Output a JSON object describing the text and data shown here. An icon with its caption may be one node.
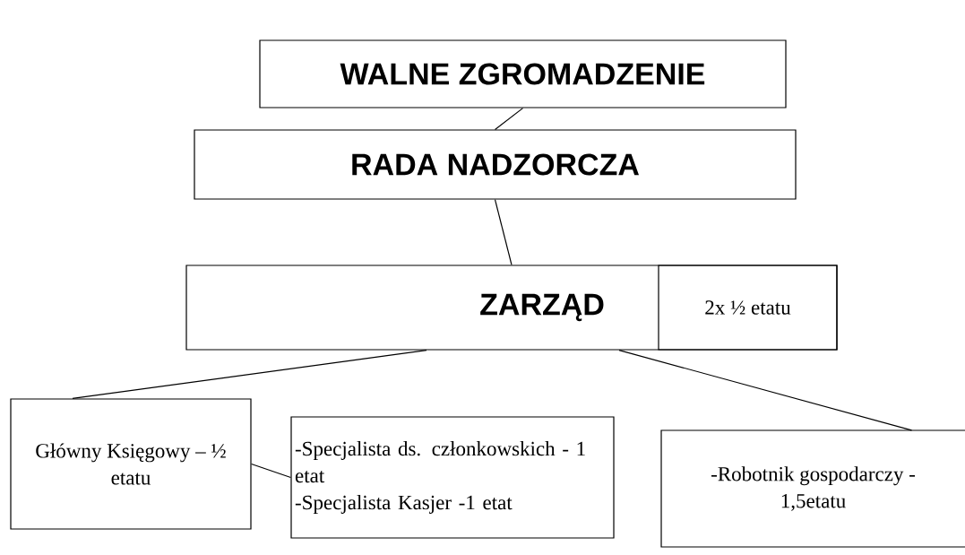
{
  "diagram": {
    "nodes": [
      {
        "text": [
          "WALNE ZGROMADZENIE"
        ]
      },
      {
        "text": [
          "RADA NADZORCZA"
        ]
      },
      {
        "text": [
          "ZARZĄD"
        ]
      },
      {
        "text": [
          "2x ½ etatu"
        ],
        "in": 2
      },
      {
        "text": [
          "Główny Księgowy – ½ etatu"
        ]
      },
      {
        "text": [
          "-Specjalista ds. członkowskich - 1 etat",
          "-Specjalista Kasjer -1 etat"
        ]
      },
      {
        "text": [
          "-Robotnik gospodarczy - 1,5etatu"
        ]
      }
    ],
    "edges": [
      {
        "from": 0,
        "to": 1,
        "arrow": "none"
      },
      {
        "from": 1,
        "to": 2,
        "arrow": "none"
      },
      {
        "from": 2,
        "to": 4,
        "arrow": "none"
      },
      {
        "from": 2,
        "to": 6,
        "arrow": "none"
      },
      {
        "from": 4,
        "to": 5,
        "arrow": "none"
      }
    ]
  }
}
